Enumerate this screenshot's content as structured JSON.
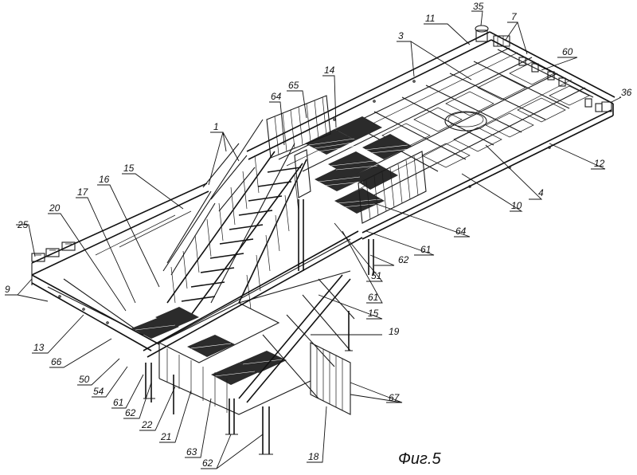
{
  "figure": {
    "caption": "Фиг.5"
  },
  "callouts": [
    {
      "id": "c35",
      "text": "35"
    },
    {
      "id": "c11",
      "text": "11"
    },
    {
      "id": "c7",
      "text": "7"
    },
    {
      "id": "c3",
      "text": "3"
    },
    {
      "id": "c60",
      "text": "60"
    },
    {
      "id": "c36",
      "text": "36"
    },
    {
      "id": "c14",
      "text": "14"
    },
    {
      "id": "c65",
      "text": "65"
    },
    {
      "id": "c64a",
      "text": "64"
    },
    {
      "id": "c12",
      "text": "12"
    },
    {
      "id": "c1",
      "text": "1"
    },
    {
      "id": "c15a",
      "text": "15"
    },
    {
      "id": "c4",
      "text": "4"
    },
    {
      "id": "c10",
      "text": "10"
    },
    {
      "id": "c16",
      "text": "16"
    },
    {
      "id": "c17",
      "text": "17"
    },
    {
      "id": "c20",
      "text": "20"
    },
    {
      "id": "c64b",
      "text": "64"
    },
    {
      "id": "c25",
      "text": "25"
    },
    {
      "id": "c61a",
      "text": "61"
    },
    {
      "id": "c62a",
      "text": "62"
    },
    {
      "id": "c51",
      "text": "51"
    },
    {
      "id": "c9",
      "text": "9"
    },
    {
      "id": "c61b",
      "text": "61"
    },
    {
      "id": "c15b",
      "text": "15"
    },
    {
      "id": "c19",
      "text": "19"
    },
    {
      "id": "c13",
      "text": "13"
    },
    {
      "id": "c66",
      "text": "66"
    },
    {
      "id": "c50",
      "text": "50"
    },
    {
      "id": "c54",
      "text": "54"
    },
    {
      "id": "c67",
      "text": "67"
    },
    {
      "id": "c61c",
      "text": "61"
    },
    {
      "id": "c62b",
      "text": "62"
    },
    {
      "id": "c22",
      "text": "22"
    },
    {
      "id": "c21",
      "text": "21"
    },
    {
      "id": "c63",
      "text": "63"
    },
    {
      "id": "c62c",
      "text": "62"
    },
    {
      "id": "c18",
      "text": "18"
    }
  ]
}
